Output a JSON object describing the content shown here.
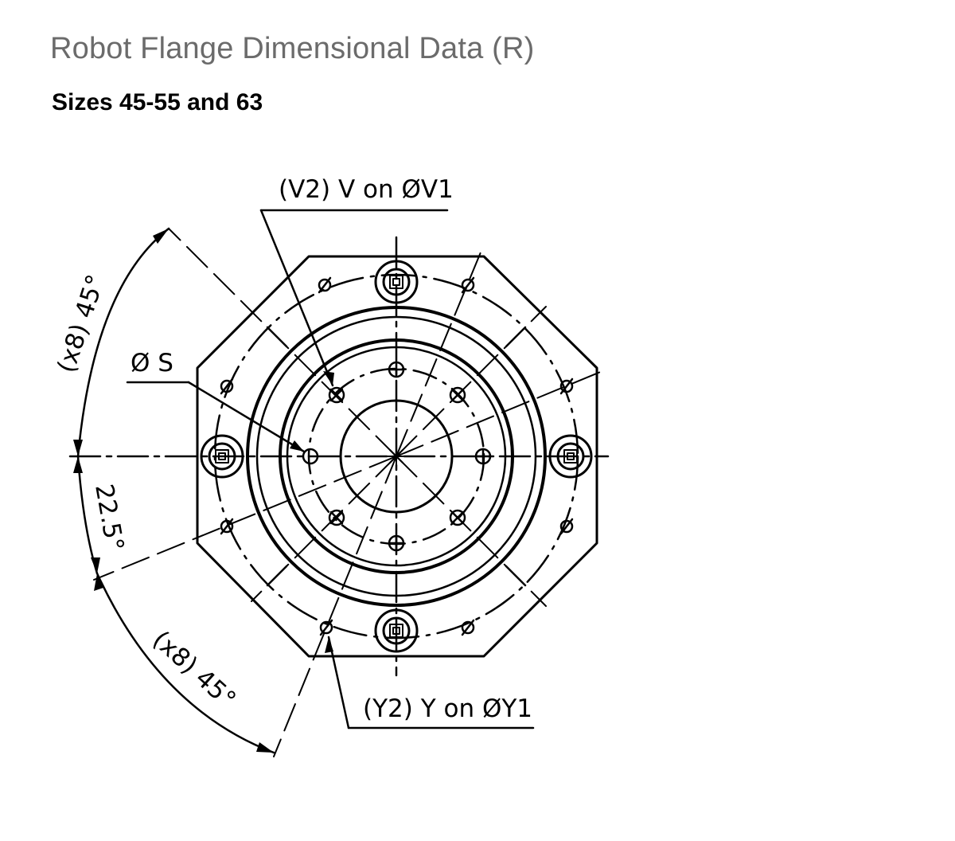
{
  "header": {
    "title": "Robot Flange Dimensional Data (R)",
    "subtitle": "Sizes 45-55 and 63"
  },
  "drawing": {
    "labels": {
      "v_holes": "(V2) V on ØV1",
      "diameter_s": "Ø S",
      "y_holes": "(Y2) Y on ØY1",
      "angle_top": "(x8) 45°",
      "angle_mid": "22.5°",
      "angle_bottom": "(x8) 45°"
    }
  }
}
